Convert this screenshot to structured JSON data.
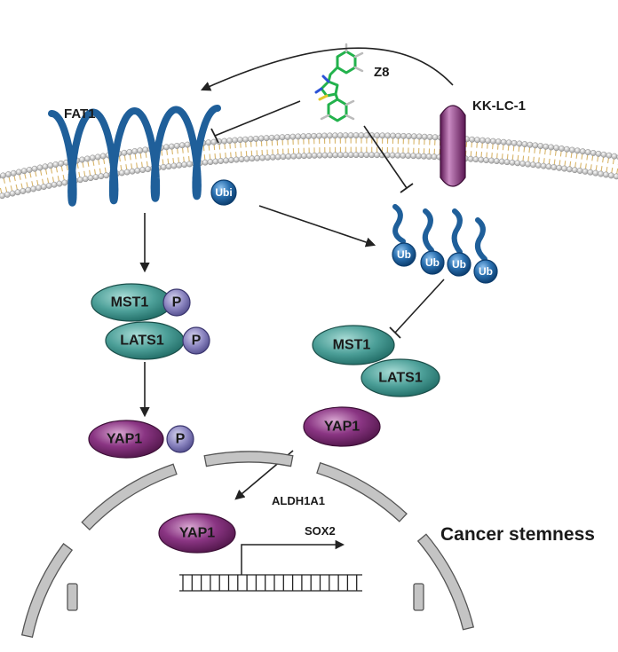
{
  "labels": {
    "fat1": "FAT1",
    "z8": "Z8",
    "kklc1": "KK-LC-1",
    "ubi": "Ubi",
    "ub": "Ub",
    "mst1": "MST1",
    "lats1": "LATS1",
    "yap1": "YAP1",
    "p": "P",
    "aldh1a1": "ALDH1A1",
    "sox2": "SOX2",
    "stemness": "Cancer stemness"
  },
  "colors": {
    "membrane_head": "#b9b9b9",
    "membrane_tail": "#d8b56a",
    "fat1_helix": "#1f5f9a",
    "ub_ball": "#1d5e98",
    "teal_node": "#3f9a93",
    "purple_node": "#7a2a73",
    "p_node": "#7f78b5",
    "nuclear_envelope": "#b4b4b4"
  },
  "icons": {
    "z8": "molecule-structure-icon"
  }
}
